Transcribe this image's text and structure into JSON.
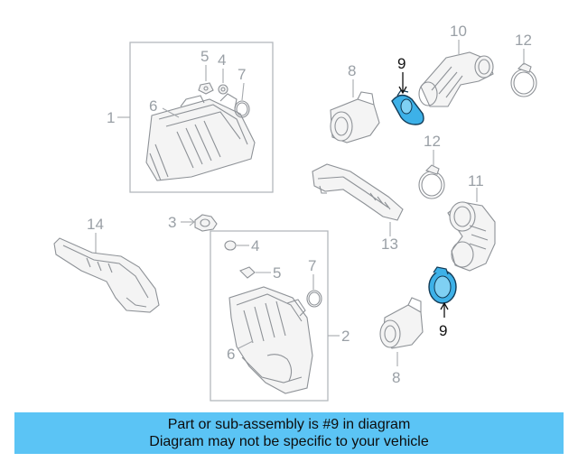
{
  "diagram": {
    "callouts": {
      "c1": "1",
      "c2": "2",
      "c4a": "4",
      "c4b": "4",
      "c5a": "5",
      "c5b": "5",
      "c6a": "6",
      "c6b": "6",
      "c7a": "7",
      "c7b": "7",
      "c8a": "8",
      "c8b": "8",
      "c9a": "9",
      "c9b": "9",
      "c10": "10",
      "c11": "11",
      "c12a": "12",
      "c12b": "12",
      "c13": "13",
      "c14": "14"
    },
    "highlight_color": "#3db1e8"
  },
  "banner": {
    "line1": "Part or sub-assembly is #9 in diagram",
    "line2": "Diagram may not be specific to your vehicle",
    "color": "#5bc4f5"
  }
}
